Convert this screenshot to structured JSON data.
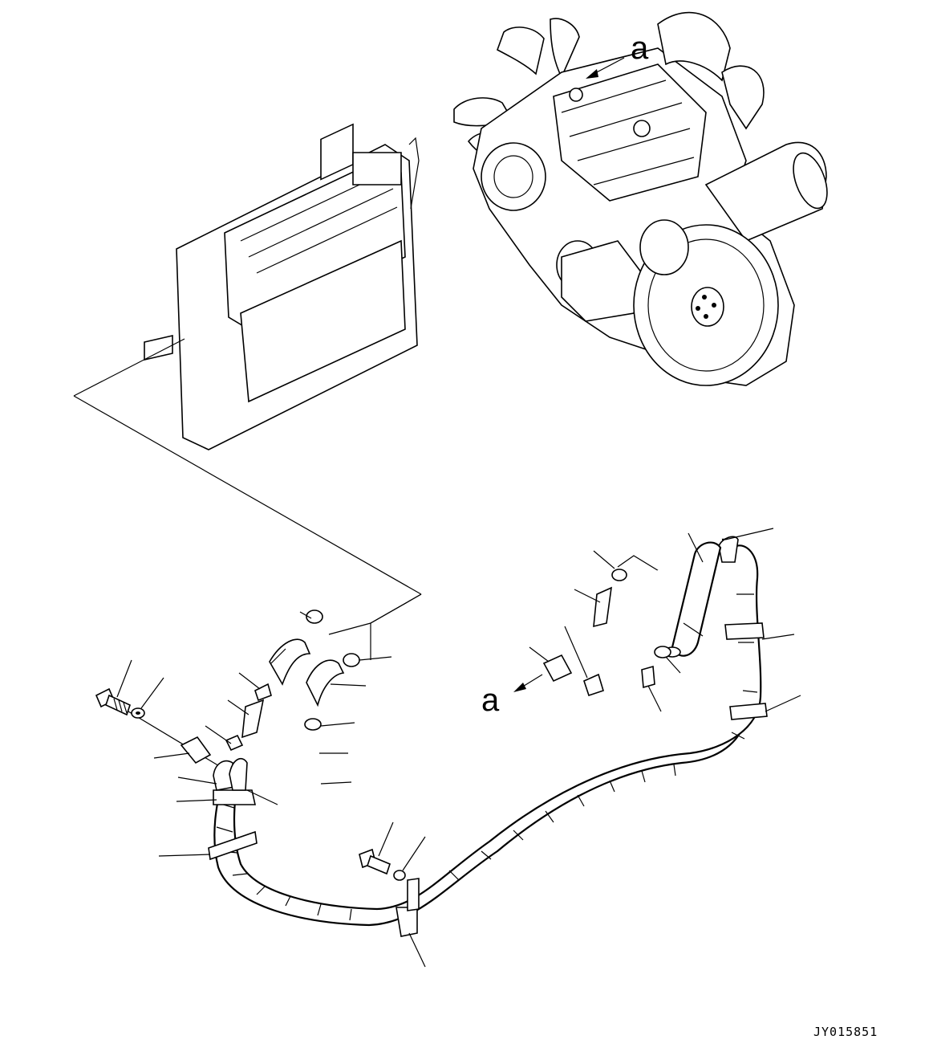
{
  "diagram": {
    "detail_marker_top": "a",
    "detail_marker_bottom": "a",
    "drawing_code": "JY015851"
  }
}
